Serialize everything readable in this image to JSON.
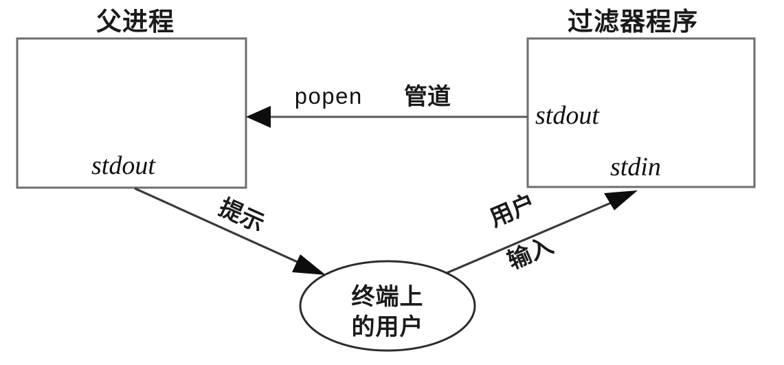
{
  "diagram": {
    "title_left": "父进程",
    "title_right": "过滤器程序",
    "nodes": {
      "parent_process": {
        "label": "父进程",
        "stream_out": "stdout"
      },
      "filter_program": {
        "label": "过滤器程序",
        "stream_out": "stdout",
        "stream_in": "stdin"
      },
      "terminal_user": {
        "line1": "终端上",
        "line2": "的用户"
      }
    },
    "edges": {
      "pipe": {
        "label_code": "popen",
        "label_cjk": "管道",
        "direction": "filter-stdout-to-parent"
      },
      "prompt": {
        "label": "提示",
        "direction": "parent-stdout-to-user"
      },
      "user_input": {
        "label_top": "用户",
        "label_bottom": "输入",
        "direction": "user-to-filter-stdin"
      }
    },
    "colors": {
      "box_border": "#6d6d6d",
      "ellipse_border": "#2b2b2b",
      "line": "#585858",
      "diagonal_line": "#3a3a3a",
      "arrow_fill": "#0d0d0d",
      "text": "#1a1a1a",
      "background": "#ffffff"
    }
  }
}
